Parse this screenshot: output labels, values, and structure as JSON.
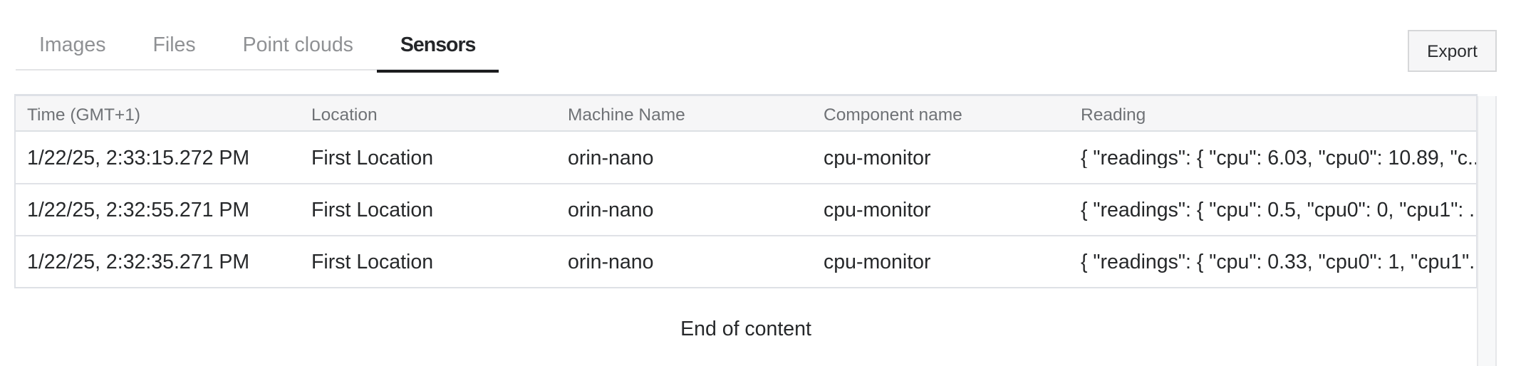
{
  "tabs": {
    "items": [
      {
        "label": "Images",
        "active": false
      },
      {
        "label": "Files",
        "active": false
      },
      {
        "label": "Point clouds",
        "active": false
      },
      {
        "label": "Sensors",
        "active": true
      }
    ]
  },
  "toolbar": {
    "export_label": "Export"
  },
  "table": {
    "columns": [
      "Time (GMT+1)",
      "Location",
      "Machine Name",
      "Component name",
      "Reading"
    ],
    "rows": [
      {
        "time": "1/22/25, 2:33:15.272 PM",
        "location": "First Location",
        "machine_name": "orin-nano",
        "component_name": "cpu-monitor",
        "reading": "{ \"readings\": { \"cpu\": 6.03, \"cpu0\": 10.89, \"c.."
      },
      {
        "time": "1/22/25, 2:32:55.271 PM",
        "location": "First Location",
        "machine_name": "orin-nano",
        "component_name": "cpu-monitor",
        "reading": "{ \"readings\": { \"cpu\": 0.5, \"cpu0\": 0, \"cpu1\": .."
      },
      {
        "time": "1/22/25, 2:32:35.271 PM",
        "location": "First Location",
        "machine_name": "orin-nano",
        "component_name": "cpu-monitor",
        "reading": "{ \"readings\": { \"cpu\": 0.33, \"cpu0\": 1, \"cpu1\".."
      }
    ]
  },
  "footer": {
    "end_message": "End of content"
  },
  "colors": {
    "active_tab_underline": "#1b1c1e",
    "inactive_tab_text": "#8f9194",
    "table_header_bg": "#f6f6f7",
    "table_border": "#dee1e6",
    "row_text": "#26282a",
    "button_bg": "#f6f6f7",
    "button_border": "#d6d7d9"
  }
}
